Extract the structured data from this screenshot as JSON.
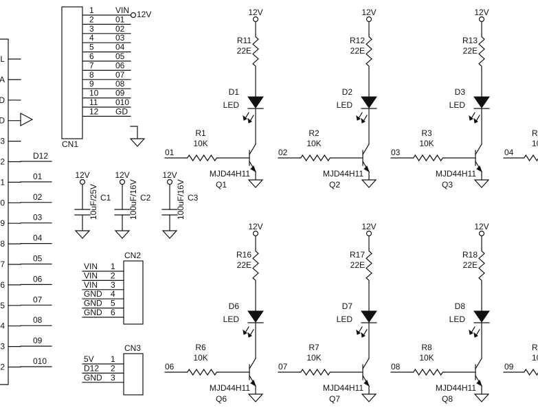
{
  "supply": "12V",
  "led_label": "LED",
  "transistor_part": "MJD44H11",
  "channels": [
    {
      "res_led": "R11",
      "res_led_val": "22E",
      "diode": "D1",
      "res_base": "R1",
      "res_base_val": "10K",
      "input": "01",
      "transistor": "Q1"
    },
    {
      "res_led": "R12",
      "res_led_val": "22E",
      "diode": "D2",
      "res_base": "R2",
      "res_base_val": "10K",
      "input": "02",
      "transistor": "Q2"
    },
    {
      "res_led": "R13",
      "res_led_val": "22E",
      "diode": "D3",
      "res_base": "R3",
      "res_base_val": "10K",
      "input": "03",
      "transistor": "Q3"
    },
    {
      "res_led": "R16",
      "res_led_val": "22E",
      "diode": "D6",
      "res_base": "R6",
      "res_base_val": "10K",
      "input": "06",
      "transistor": "Q6"
    },
    {
      "res_led": "R17",
      "res_led_val": "22E",
      "diode": "D7",
      "res_base": "R7",
      "res_base_val": "10K",
      "input": "07",
      "transistor": "Q7"
    },
    {
      "res_led": "R18",
      "res_led_val": "22E",
      "diode": "D8",
      "res_base": "R8",
      "res_base_val": "10K",
      "input": "08",
      "transistor": "Q8"
    }
  ],
  "partial_channels": [
    {
      "input": "04",
      "res_base": "R",
      "res_base_val": "10"
    },
    {
      "input": "09",
      "res_base": "R",
      "res_base_val": "10"
    }
  ],
  "cn1": {
    "name": "CN1",
    "pins": [
      {
        "num": "1",
        "net": "VIN"
      },
      {
        "num": "2",
        "net": "01"
      },
      {
        "num": "3",
        "net": "02"
      },
      {
        "num": "4",
        "net": "03"
      },
      {
        "num": "5",
        "net": "04"
      },
      {
        "num": "6",
        "net": "05"
      },
      {
        "num": "7",
        "net": "06"
      },
      {
        "num": "8",
        "net": "07"
      },
      {
        "num": "9",
        "net": "08"
      },
      {
        "num": "10",
        "net": "09"
      },
      {
        "num": "11",
        "net": "010"
      },
      {
        "num": "12",
        "net": "GD"
      }
    ],
    "vin_supply": "12V"
  },
  "cn2": {
    "name": "CN2",
    "pins": [
      {
        "num": "1",
        "net": "VIN"
      },
      {
        "num": "2",
        "net": "VIN"
      },
      {
        "num": "3",
        "net": "VIN"
      },
      {
        "num": "4",
        "net": "GND"
      },
      {
        "num": "5",
        "net": "GND"
      },
      {
        "num": "6",
        "net": "GND"
      }
    ]
  },
  "cn3": {
    "name": "CN3",
    "pins": [
      {
        "num": "1",
        "net": "5V"
      },
      {
        "num": "2",
        "net": "D12"
      },
      {
        "num": "3",
        "net": "GND"
      }
    ]
  },
  "capacitors": [
    {
      "name": "C1",
      "value": "10uF/25V",
      "supply": "12V"
    },
    {
      "name": "C2",
      "value": "100uF/16V",
      "supply": "12V"
    },
    {
      "name": "C3",
      "value": "100uF/16V",
      "supply": "12V"
    }
  ],
  "mcu": {
    "pin_labels": [
      "L",
      "A",
      "D",
      "D",
      "3",
      "2",
      "1",
      "0",
      "9",
      "8",
      "7",
      "6",
      "5",
      "4",
      "3",
      "2"
    ],
    "nets": [
      "D12",
      "01",
      "02",
      "03",
      "04",
      "05",
      "06",
      "07",
      "08",
      "09",
      "010"
    ]
  }
}
